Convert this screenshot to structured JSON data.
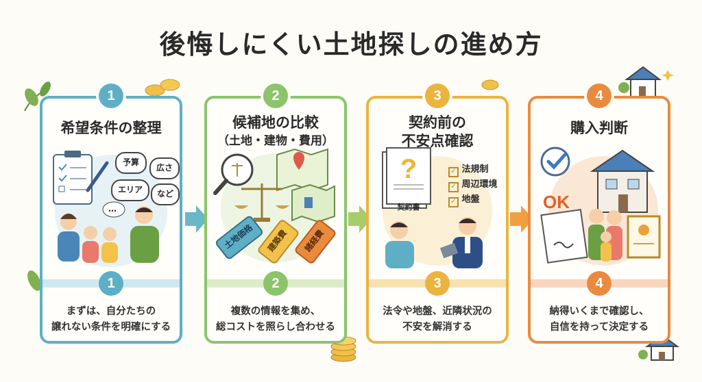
{
  "title": "後悔しにくい土地探しの進め方",
  "colors": {
    "step1": "#5eafc6",
    "step2": "#8cc46b",
    "step3": "#eab43f",
    "step4": "#ea8a3f"
  },
  "steps": [
    {
      "number": "1",
      "title": "希望条件の整理",
      "bubbles": [
        "予算",
        "広さ",
        "エリア",
        "など",
        "…"
      ],
      "desc_line1": "まずは、自分たちの",
      "desc_line2": "譲れない条件を明確にする"
    },
    {
      "number": "2",
      "title": "候補地の比較",
      "subtitle": "（土地・建物・費用）",
      "tags": [
        "土地価格",
        "建築費",
        "諸経費"
      ],
      "desc_line1": "複数の情報を集め、",
      "desc_line2": "総コストを照らし合わせる"
    },
    {
      "number": "3",
      "title_line1": "契約前の",
      "title_line2": "不安点確認",
      "checklist": [
        "法規制",
        "周辺環境",
        "地盤"
      ],
      "document_label": "契約書",
      "desc_line1": "法令や地盤、近隣状況の",
      "desc_line2": "不安を解消する"
    },
    {
      "number": "4",
      "title": "購入判断",
      "ok_label": "OK",
      "desc_line1": "納得いくまで確認し、",
      "desc_line2": "自信を持って決定する"
    }
  ]
}
